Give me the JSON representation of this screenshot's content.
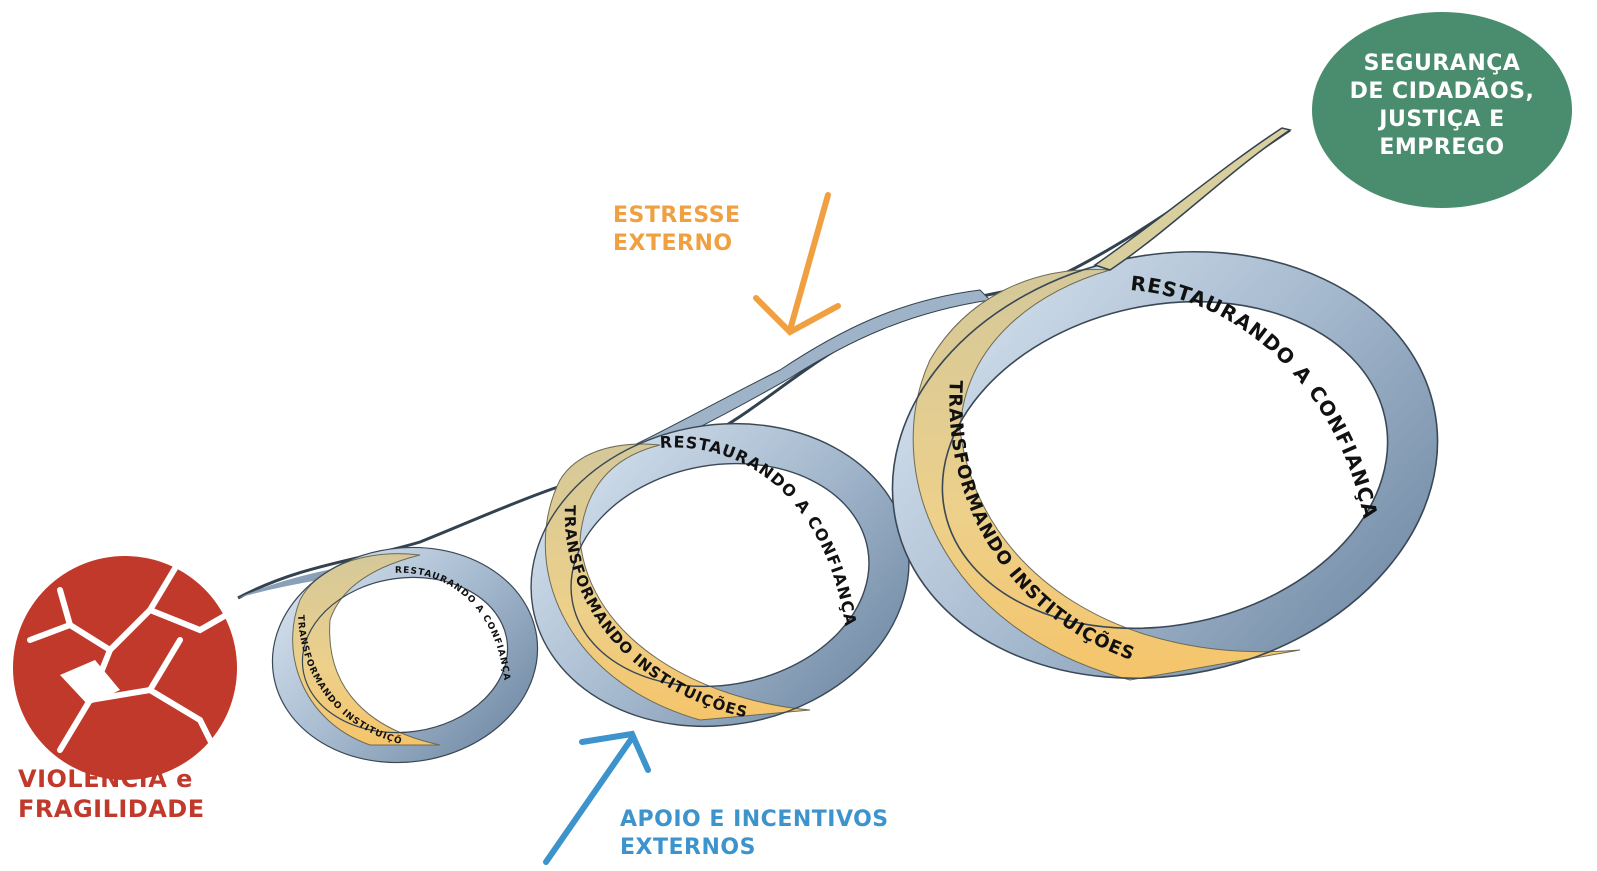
{
  "labels": {
    "start": "VIOLÊNCIA e\nFRAGILIDADE",
    "stress": "ESTRESSE\nEXTERNO",
    "support": "APOIO E INCENTIVOS\nEXTERNOS",
    "goal": "SEGURANÇA\nDE CIDADÃOS,\nJUSTIÇA E\nEMPREGO"
  },
  "loops": [
    {
      "restoring": "RESTAURANDO A CONFIANÇA",
      "transforming": "TRANSFORMANDO INSTITUIÇÕES"
    },
    {
      "restoring": "RESTAURANDO A CONFIANÇA",
      "transforming": "TRANSFORMANDO INSTITUIÇÕES"
    },
    {
      "restoring": "RESTAURANDO A CONFIANÇA",
      "transforming": "TRANSFORMANDO INSTITUIÇÕES"
    }
  ],
  "colors": {
    "start": "#c0392b",
    "stress": "#f0a040",
    "support": "#3d93cc",
    "goal_fill": "#4a8c6e",
    "ribbon_blue": "#9fb3c8",
    "ribbon_gold": "#e6c779"
  },
  "icons": {
    "start": "broken-circle-icon",
    "stress_arrow": "arrow-down-icon",
    "support_arrow": "arrow-up-icon"
  }
}
